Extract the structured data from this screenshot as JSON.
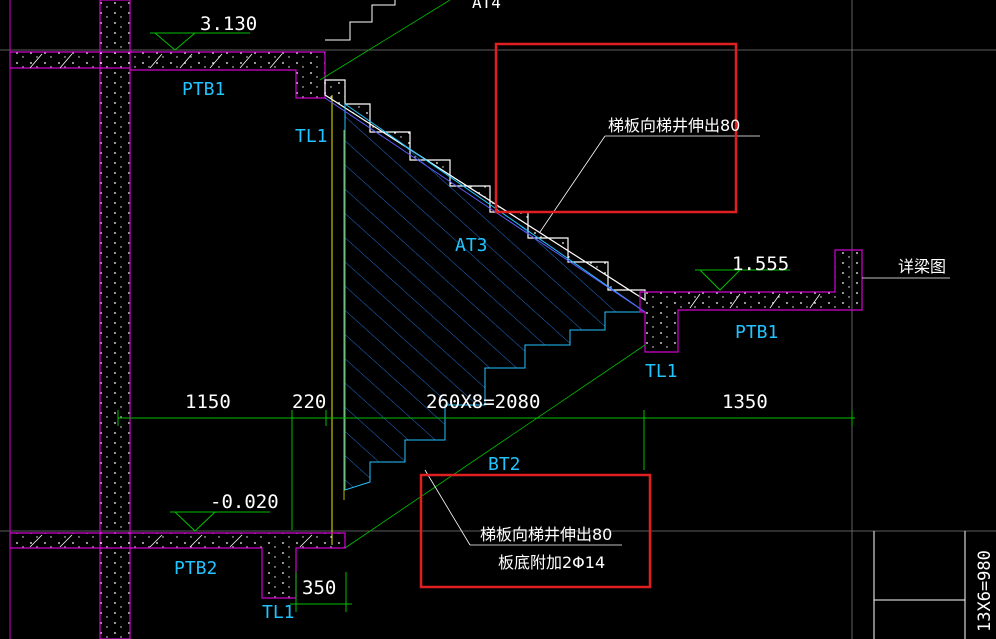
{
  "colors": {
    "background": "#000000",
    "wall": "#d000d0",
    "dimension": "#00c000",
    "stair_hatch": "#22c4ff",
    "slab_fill": "#ffffff",
    "highlight_box": "#e02020",
    "text": "#ffffff",
    "label": "#22c4ff",
    "axis": "#e8e800"
  },
  "levels": {
    "top": "3.130",
    "mid": "1.555",
    "bottom": "-0.020"
  },
  "labels": {
    "ptb1_left": "PTB1",
    "ptb1_right": "PTB1",
    "ptb2": "PTB2",
    "tl1_upper": "TL1",
    "tl1_right": "TL1",
    "tl1_bottom": "TL1",
    "at3": "AT3",
    "bt2": "BT2",
    "cut_top": "AT4",
    "detail": "详梁图"
  },
  "dimensions": {
    "d1": "1150",
    "d2": "220",
    "d3": "260X8=2080",
    "d4": "1350",
    "d5": "350",
    "side": "13X6=980"
  },
  "notes": {
    "note_top": "梯板向梯井伸出80",
    "note_bottom_1": "梯板向梯井伸出80",
    "note_bottom_2": "板底附加2Φ14"
  }
}
